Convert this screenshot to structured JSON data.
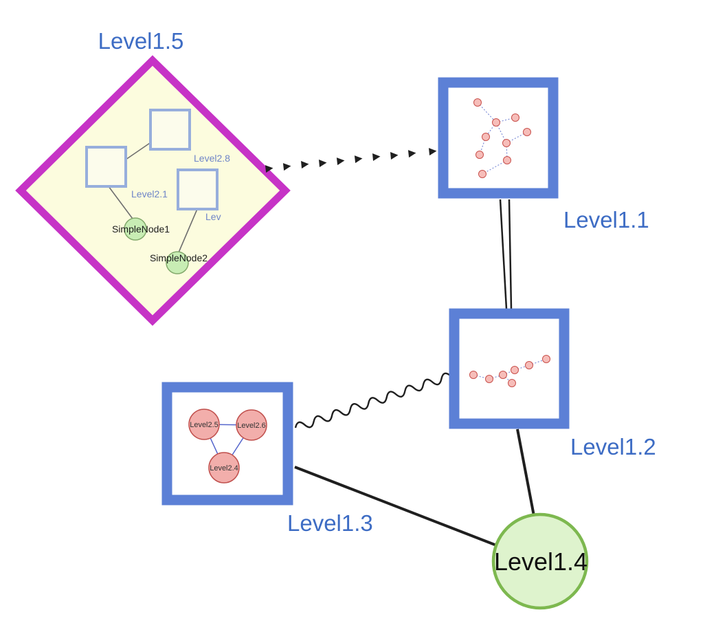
{
  "diagram": {
    "colors": {
      "label_blue": "#3D6CC4",
      "node_border_blue": "#5C80D6",
      "diamond_magenta": "#C633C6",
      "diamond_fill": "#FCFCDE",
      "green_fill": "#DEF3CD",
      "green_border": "#7DB84F",
      "pink_fill": "#F2AEAB",
      "pink_border": "#C0504D",
      "edge_black": "#1F1F1F"
    },
    "nodes": {
      "level15": {
        "label": "Level1.5",
        "shape": "diamond-group"
      },
      "level11": {
        "label": "Level1.1",
        "shape": "square-group"
      },
      "level12": {
        "label": "Level1.2",
        "shape": "square-group"
      },
      "level13": {
        "label": "Level1.3",
        "shape": "square-group"
      },
      "level14": {
        "label": "Level1.4",
        "shape": "circle"
      },
      "level28": {
        "label": "Level2.8",
        "shape": "square"
      },
      "level21": {
        "label": "Level2.1",
        "shape": "square"
      },
      "lev": {
        "label": "Lev",
        "shape": "square"
      },
      "simplenode1": {
        "label": "SimpleNode1",
        "shape": "circle"
      },
      "simplenode2": {
        "label": "SimpleNode2",
        "shape": "circle"
      },
      "level25": {
        "label": "Level2.5",
        "shape": "circle"
      },
      "level26": {
        "label": "Level2.6",
        "shape": "circle"
      },
      "level24": {
        "label": "Level2.4",
        "shape": "circle"
      }
    },
    "edges": [
      {
        "from": "level15",
        "to": "level11",
        "style": "dashed-arrowheads"
      },
      {
        "from": "level11",
        "to": "level12",
        "style": "double-line"
      },
      {
        "from": "level13",
        "to": "level12",
        "style": "wavy"
      },
      {
        "from": "level13",
        "to": "level14",
        "style": "line"
      },
      {
        "from": "level12",
        "to": "level14",
        "style": "line"
      }
    ]
  }
}
